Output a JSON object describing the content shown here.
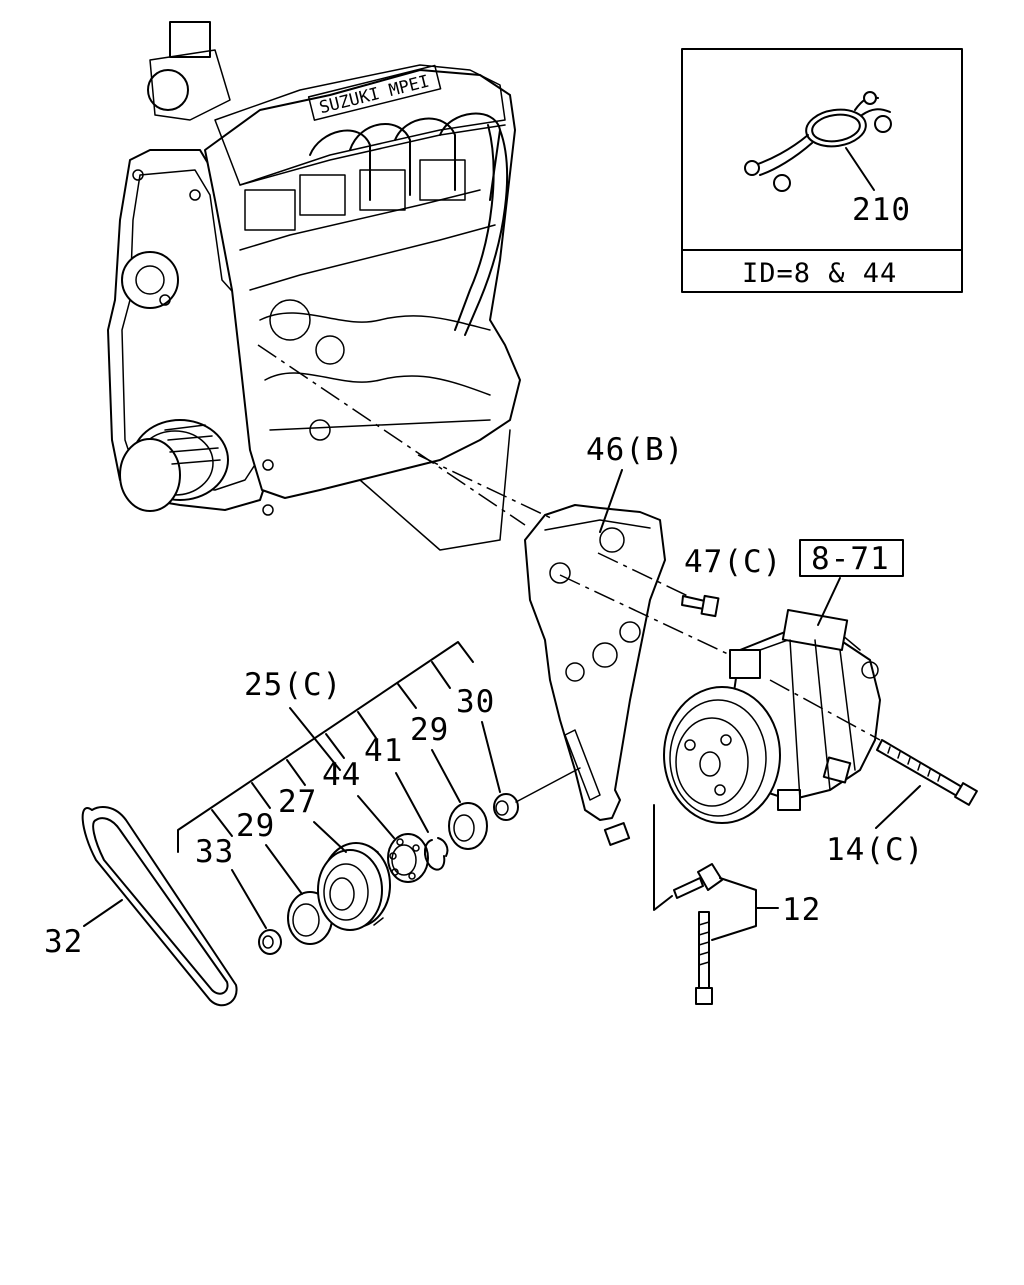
{
  "inset": {
    "part_number": "210",
    "caption": "ID=8 & 44"
  },
  "reference_box": "8-71",
  "labels": {
    "l46B": "46(B)",
    "l47C": "47(C)",
    "l25C": "25(C)",
    "l30": "30",
    "l29a": "29",
    "l41": "41",
    "l44": "44",
    "l27": "27",
    "l29b": "29",
    "l33": "33",
    "l32": "32",
    "l14C": "14(C)",
    "l12": "12"
  },
  "engine_badge": "SUZUKI MPEI"
}
